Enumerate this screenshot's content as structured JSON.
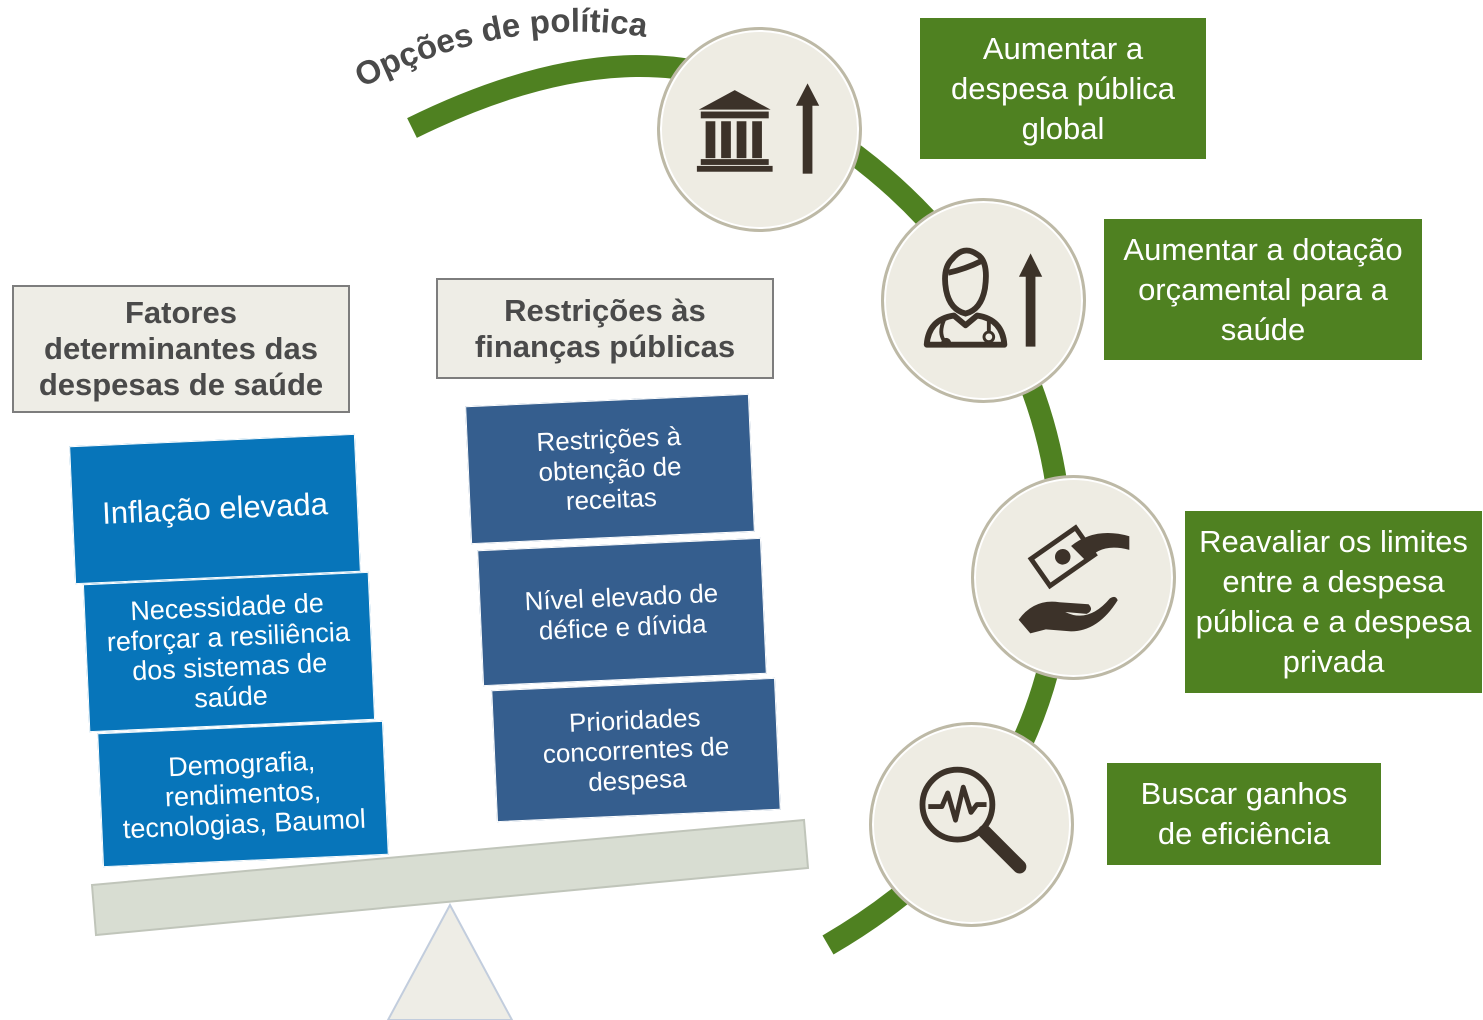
{
  "title": "Opções de política",
  "columns": [
    {
      "header": "Fatores\ndeterminantes das\ndespesas de saúde",
      "items": [
        "Inflação elevada",
        "Necessidade de\nreforçar a resiliência\ndos sistemas de\nsaúde",
        "Demografia,\nrendimentos,\ntecnologias, Baumol"
      ]
    },
    {
      "header": "Restrições às\nfinanças públicas",
      "items": [
        "Restrições à\nobtenção de\nreceitas",
        "Nível elevado de\ndéfice e dívida",
        "Prioridades\nconcorrentes de\ndespesa"
      ]
    }
  ],
  "options": [
    {
      "label": "Aumentar a\ndespesa pública\nglobal",
      "icon": "government-building-up-arrow-icon"
    },
    {
      "label": "Aumentar a dotação\norçamental para a\nsaúde",
      "icon": "doctor-up-arrow-icon"
    },
    {
      "label": "Reavaliar os limites\nentre a despesa\npública e a despesa\nprivada",
      "icon": "money-hands-icon"
    },
    {
      "label": "Buscar ganhos\nde eficiência",
      "icon": "magnifier-pulse-icon"
    }
  ],
  "colors": {
    "arc_green": "#4f8121",
    "option_green": "#4f8121",
    "card_blue": "#0775ba",
    "card_navy": "#355e8e",
    "header_bg": "#eeede6",
    "circle_bg": "#eeece3",
    "plank": "#d8ddd2",
    "fulcrum": "#eeede6"
  }
}
